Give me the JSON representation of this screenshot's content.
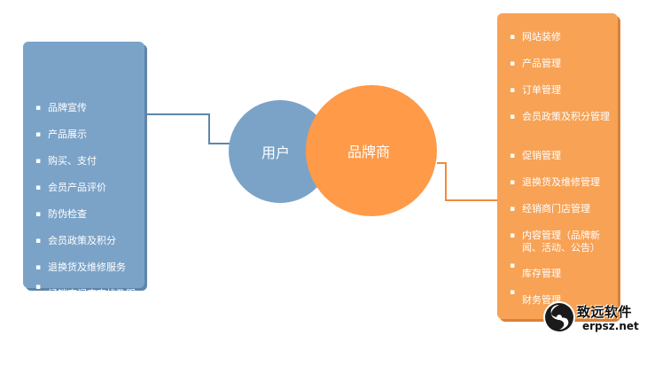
{
  "left_panel": {
    "items": [
      "品牌宣传",
      "产品展示",
      "购买、支付",
      "会员产品评价",
      "防伪检查",
      "会员政策及积分",
      "退换货及维修服务",
      "经销商门店查找及服务"
    ]
  },
  "right_panel": {
    "items": [
      "网站装修",
      "产品管理",
      "订单管理",
      "会员政策及积分管理",
      "促销管理",
      "退换货及维修管理",
      "经销商门店管理",
      "内容管理（品牌新闻、活动、公告）",
      "库存管理",
      "财务管理"
    ]
  },
  "center": {
    "user_label": "用户",
    "brand_label": "品牌商"
  },
  "watermark": {
    "name": "致远软件",
    "url": "erpsz.net"
  },
  "colors": {
    "blue": "#7ba3c8",
    "orange": "#ff9a49",
    "connector_blue": "#5d86ad",
    "connector_orange": "#f08a3c"
  },
  "icons": {
    "bullet": "bullet-dot-icon",
    "logo": "swirl-logo-icon"
  }
}
